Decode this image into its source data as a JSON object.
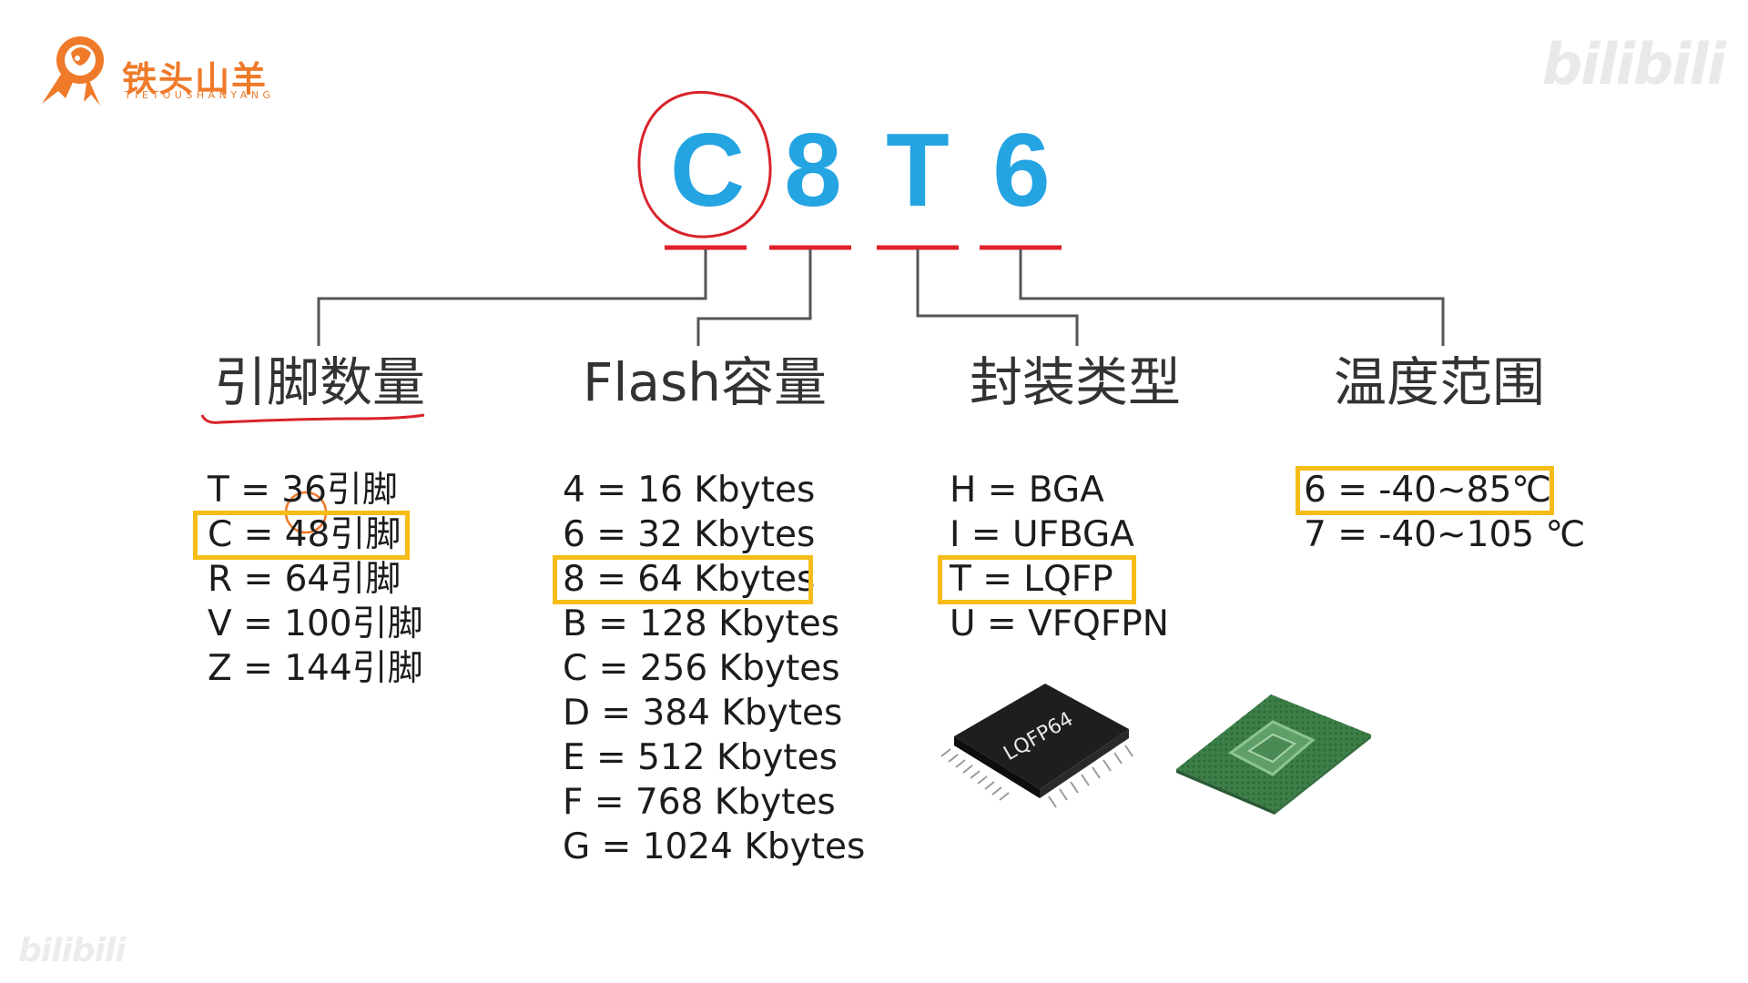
{
  "logo": {
    "name_cn": "铁头山羊",
    "name_en": "TIETOUSHANYANG",
    "icon": "goat-head-icon"
  },
  "watermark": {
    "brand": "bilibili"
  },
  "code": {
    "letters": [
      "C",
      "8",
      "T",
      "6"
    ]
  },
  "categories": [
    {
      "title": "引脚数量",
      "items": [
        "T = 36引脚",
        "C = 48引脚",
        "R = 64引脚",
        "V = 100引脚",
        "Z = 144引脚"
      ],
      "highlighted_index": 1
    },
    {
      "title": "Flash容量",
      "items": [
        "4 = 16 Kbytes",
        "6 = 32 Kbytes",
        "8 = 64 Kbytes",
        "B = 128 Kbytes",
        "C = 256 Kbytes",
        "D = 384 Kbytes",
        "E = 512 Kbytes",
        "F = 768 Kbytes",
        "G = 1024 Kbytes"
      ],
      "highlighted_index": 2
    },
    {
      "title": "封装类型",
      "items": [
        "H = BGA",
        "I  = UFBGA",
        "T = LQFP",
        "U = VFQFPN"
      ],
      "highlighted_index": 2
    },
    {
      "title": "温度范围",
      "items": [
        "6 = -40~85℃",
        "7 = -40~105 ℃"
      ],
      "highlighted_index": 0
    }
  ],
  "chip_images": {
    "lqfp_marking": "LQFP64",
    "lqfp_icon": "lqfp-chip-icon",
    "bga_icon": "bga-chip-icon"
  },
  "colors": {
    "code_blue": "#25a4e2",
    "underline_red": "#e0202a",
    "highlight_yellow": "#f6bc17",
    "annotation_red": "#d8232a",
    "annotation_orange": "#f07a2a",
    "logo_orange": "#ee7a2a",
    "connector_gray": "#555555"
  }
}
